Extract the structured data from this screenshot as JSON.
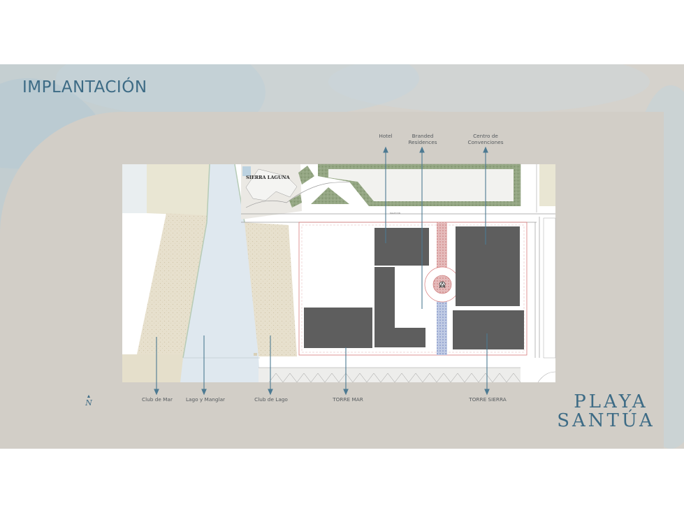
{
  "page": {
    "title": "IMPLANTACIÓN"
  },
  "plan": {
    "sign_label": "SIERRA LAGUNA",
    "street_label": "MALECÓN"
  },
  "labels_top": [
    {
      "key": "hotel",
      "text": "Hotel"
    },
    {
      "key": "branded-residences",
      "text": "Branded\nResidences"
    },
    {
      "key": "centro-convenciones",
      "text": "Centro de\nConvenciones"
    }
  ],
  "labels_bottom": [
    {
      "key": "club-de-mar",
      "text": "Club de Mar"
    },
    {
      "key": "lago-y-manglar",
      "text": "Lago y Manglar"
    },
    {
      "key": "club-de-lago",
      "text": "Club de Lago"
    },
    {
      "key": "torre-mar",
      "text": "TORRE MAR"
    },
    {
      "key": "torre-sierra",
      "text": "TORRE SIERRA"
    }
  ],
  "north": {
    "icon": "north-arrow-icon",
    "letter": "N"
  },
  "logo": {
    "line1": "PLAYA",
    "line2": "SANTÚA"
  },
  "colors": {
    "accent": "#3d6b85",
    "building": "#5e5e5e",
    "water": "#dde7ef",
    "sand": "#e6dfcc",
    "green": "#8fa27d",
    "background": "#d3d0ca"
  }
}
